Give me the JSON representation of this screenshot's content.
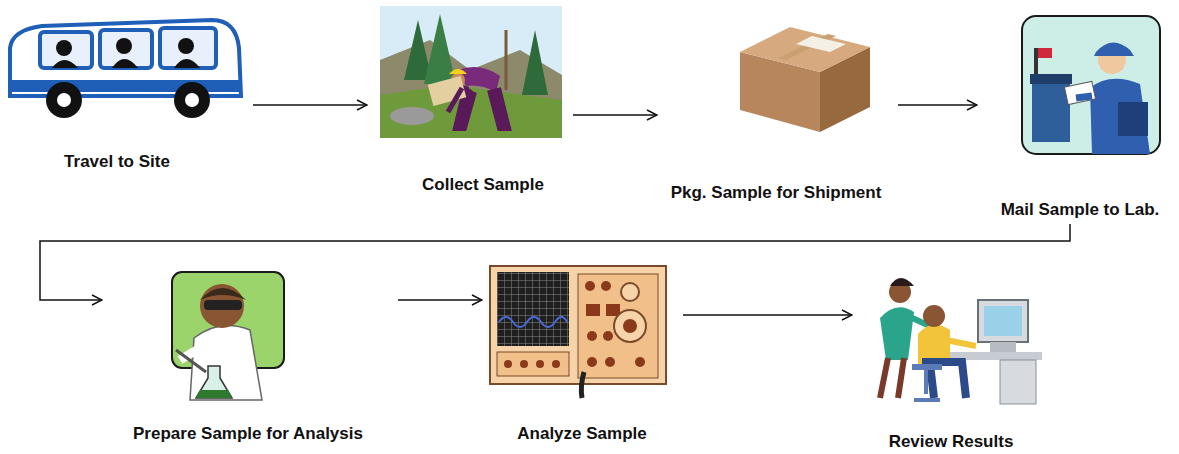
{
  "diagram": {
    "nodes": [
      {
        "text": [
          "Travel to Site"
        ]
      },
      {
        "text": [
          "Collect Sample"
        ]
      },
      {
        "text": [
          "Pkg. Sample for Shipment"
        ]
      },
      {
        "text": [
          "Mail Sample to Lab."
        ]
      },
      {
        "text": [
          "Prepare Sample for Analysis"
        ]
      },
      {
        "text": [
          "Analyze Sample"
        ]
      },
      {
        "text": [
          "Review Results"
        ]
      }
    ],
    "edges": [
      {
        "from": 0,
        "to": 1,
        "arrow": "to"
      },
      {
        "from": 1,
        "to": 2,
        "arrow": "to"
      },
      {
        "from": 2,
        "to": 3,
        "arrow": "to"
      },
      {
        "from": 3,
        "to": 4,
        "arrow": "to"
      },
      {
        "from": 4,
        "to": 5,
        "arrow": "to"
      },
      {
        "from": 5,
        "to": 6,
        "arrow": "to"
      }
    ]
  }
}
